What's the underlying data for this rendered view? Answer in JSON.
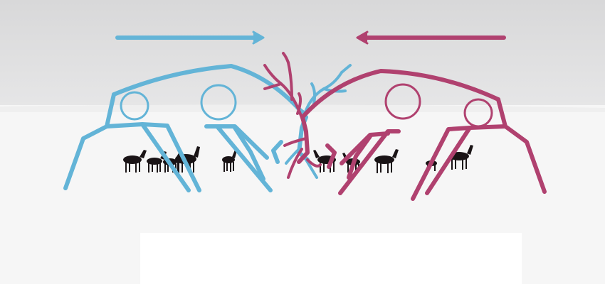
{
  "scene": {
    "colors": {
      "sky_top": "#d8d8d9",
      "sky_bottom": "#e6e6e7",
      "snow": "#f6f6f6",
      "deer": "#1a1416",
      "left_stag": "#63b4d7",
      "right_stag": "#b0416f",
      "caption_box": "#ffffff"
    },
    "left_stag": {
      "facing": "right",
      "arrow_direction": "right",
      "icon": "stag-outline-icon"
    },
    "right_stag": {
      "facing": "left",
      "arrow_direction": "left",
      "icon": "stag-outline-icon"
    },
    "background_deer": {
      "left_group_count": 5,
      "right_group_count": 5
    },
    "caption_box": {
      "text": ""
    }
  }
}
